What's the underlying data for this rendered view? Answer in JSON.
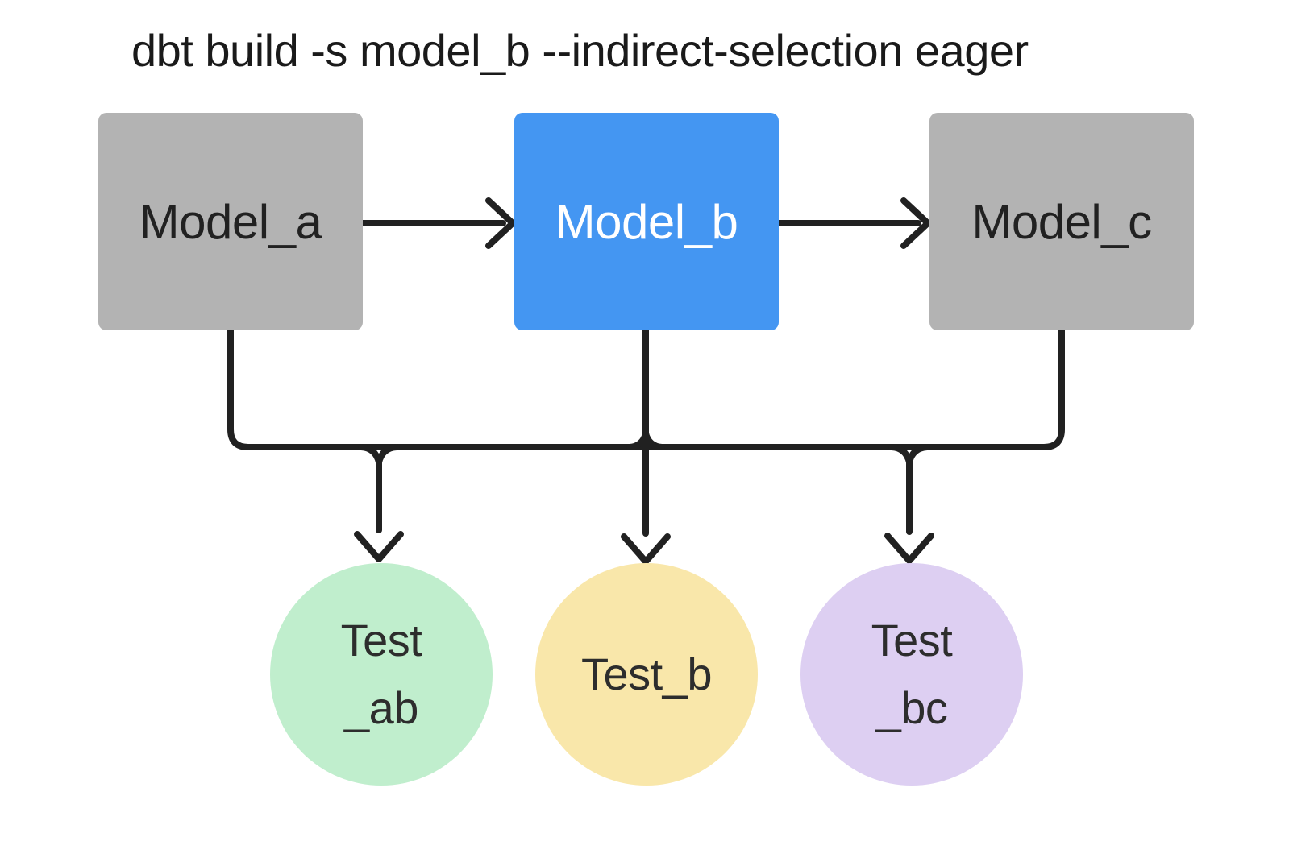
{
  "title": "dbt build -s model_b --indirect-selection eager",
  "nodes": {
    "model_a": {
      "label": "Model_a",
      "type": "model",
      "color": "#b3b3b3",
      "text_color": "#212121"
    },
    "model_b": {
      "label": "Model_b",
      "type": "model",
      "selected": true,
      "color": "#4496f2",
      "text_color": "#ffffff"
    },
    "model_c": {
      "label": "Model_c",
      "type": "model",
      "color": "#b3b3b3",
      "text_color": "#212121"
    },
    "test_ab": {
      "line1": "Test",
      "line2": "_ab",
      "type": "test",
      "color": "#c0eecd"
    },
    "test_b": {
      "label": "Test_b",
      "type": "test",
      "color": "#f9e7aa"
    },
    "test_bc": {
      "line1": "Test",
      "line2": "_bc",
      "type": "test",
      "color": "#ddcff2"
    }
  },
  "edges": [
    {
      "from": "model_a",
      "to": "model_b"
    },
    {
      "from": "model_b",
      "to": "model_c"
    },
    {
      "from": "model_a",
      "to": "test_ab"
    },
    {
      "from": "model_b",
      "to": "test_ab"
    },
    {
      "from": "model_b",
      "to": "test_b"
    },
    {
      "from": "model_b",
      "to": "test_bc"
    },
    {
      "from": "model_c",
      "to": "test_bc"
    }
  ],
  "colors": {
    "background": "#ffffff",
    "edge_line": "#212121",
    "model_default": "#b3b3b3",
    "model_selected": "#4496f2",
    "test_ab": "#c0eecd",
    "test_b": "#f9e7aa",
    "test_bc": "#ddcff2"
  }
}
